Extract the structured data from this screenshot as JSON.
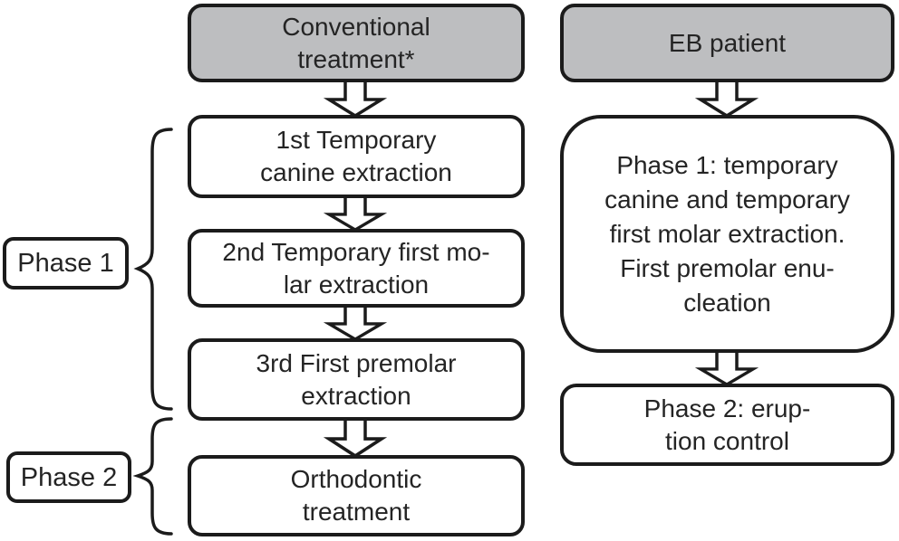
{
  "figure": {
    "type": "flowchart",
    "description_visible": false
  },
  "colors": {
    "box_gray_fill": "#bdbec0",
    "box_white_fill": "#ffffff",
    "border": "#1b1b1b",
    "text": "#242424",
    "background": "#ffffff"
  },
  "icons": {
    "flow_connector": "down-arrow",
    "phase_grouping": "curly-brace"
  },
  "left_column": {
    "header": "Conventional\ntreatment*",
    "steps": [
      "1st Temporary\ncanine extraction",
      "2nd Temporary first mo-\nlar extraction",
      "3rd First premolar\nextraction",
      "Orthodontic\ntreatment"
    ]
  },
  "right_column": {
    "header": "EB patient",
    "steps": [
      "Phase 1: temporary\ncanine and temporary\nfirst molar extraction.\nFirst premolar enu-\ncleation",
      "Phase 2: erup-\ntion control"
    ]
  },
  "phase_labels": {
    "phase1": "Phase 1",
    "phase2": "Phase 2"
  }
}
